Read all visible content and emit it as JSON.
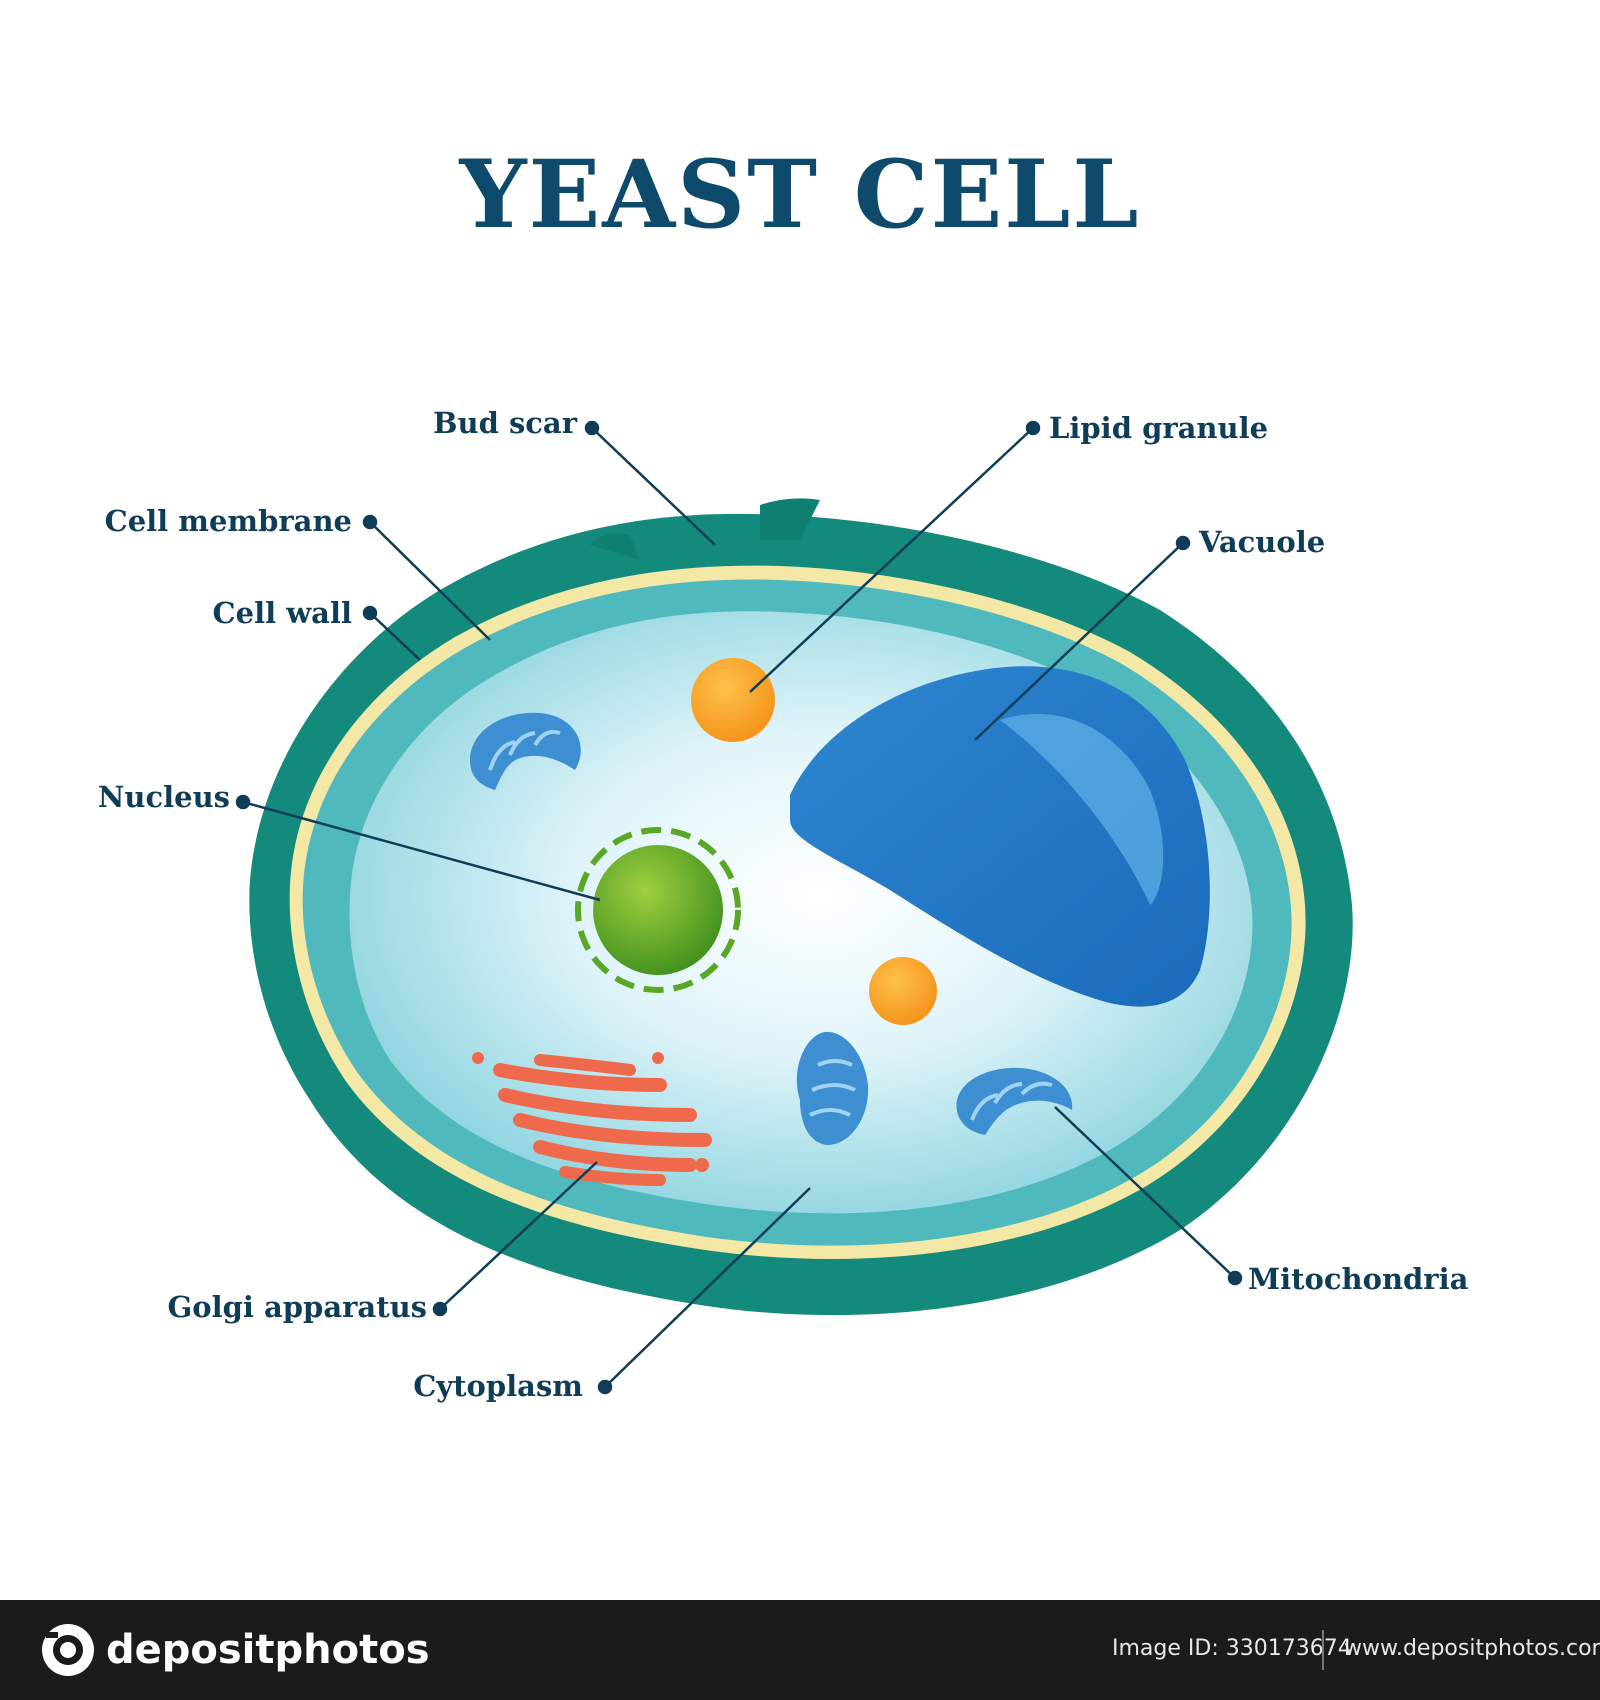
{
  "title": "YEAST CELL",
  "labels": {
    "bud_scar": "Bud scar",
    "lipid_granule": "Lipid granule",
    "cell_membrane": "Cell membrane",
    "vacuole": "Vacuole",
    "cell_wall": "Cell wall",
    "nucleus": "Nucleus",
    "golgi_apparatus": "Golgi apparatus",
    "mitochondria": "Mitochondria",
    "cytoplasm": "Cytoplasm"
  },
  "watermark": "depositphotos",
  "footer": {
    "logo_text": "depositphotos",
    "image_id": "Image ID: 330173674",
    "site": "www.depositphotos.com"
  },
  "colors": {
    "title": "#0e4a6b",
    "cell_wall": "#138a7c",
    "membrane": "#f3e8a6",
    "cytoplasm": "#bfeaf2",
    "vacuole": "#2b84cf",
    "nucleus": "#5ca625",
    "lipid": "#f6a023",
    "golgi": "#ef6a4d",
    "mitochondria": "#3d8fd1"
  }
}
